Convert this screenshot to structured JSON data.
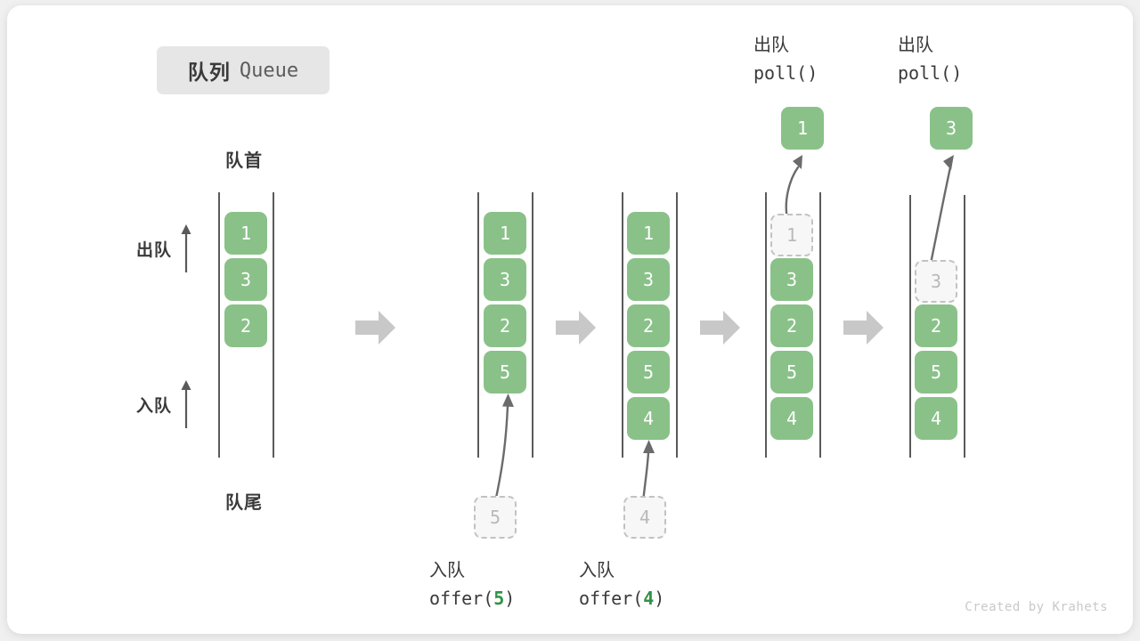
{
  "title": {
    "cn": "队列",
    "en": "Queue"
  },
  "labels": {
    "front": "队首",
    "rear": "队尾",
    "dequeue": "出队",
    "enqueue": "入队"
  },
  "colors": {
    "cell_fill": "#8ac189",
    "cell_text": "#ffffff",
    "ghost_fill": "#f7f7f7",
    "ghost_border": "#c2c2c2",
    "ghost_text": "#b9b9b9",
    "rail": "#5a5a5a",
    "arrow_grey": "#c8c8c8",
    "curve_arrow": "#6b6b6b",
    "text_dark": "#3a3a3a",
    "accent_green": "#2f9246",
    "badge_bg": "#e6e6e6",
    "watermark": "#c9c9c9"
  },
  "columns": [
    {
      "id": "initial",
      "header": "队首",
      "footer": "队尾",
      "cells": [
        {
          "value": "1",
          "state": "filled"
        },
        {
          "value": "3",
          "state": "filled"
        },
        {
          "value": "2",
          "state": "filled"
        }
      ],
      "side_labels": [
        {
          "text": "出队",
          "direction": "up"
        },
        {
          "text": "入队",
          "direction": "up"
        }
      ]
    },
    {
      "id": "after-offer-5",
      "cells": [
        {
          "value": "1",
          "state": "filled"
        },
        {
          "value": "3",
          "state": "filled"
        },
        {
          "value": "2",
          "state": "filled"
        },
        {
          "value": "5",
          "state": "filled"
        }
      ],
      "incoming": {
        "value": "5",
        "state": "ghost"
      },
      "operation": {
        "cn": "入队",
        "fn_prefix": "offer(",
        "arg": "5",
        "fn_suffix": ")"
      }
    },
    {
      "id": "after-offer-4",
      "cells": [
        {
          "value": "1",
          "state": "filled"
        },
        {
          "value": "3",
          "state": "filled"
        },
        {
          "value": "2",
          "state": "filled"
        },
        {
          "value": "5",
          "state": "filled"
        },
        {
          "value": "4",
          "state": "filled"
        }
      ],
      "incoming": {
        "value": "4",
        "state": "ghost"
      },
      "operation": {
        "cn": "入队",
        "fn_prefix": "offer(",
        "arg": "4",
        "fn_suffix": ")"
      }
    },
    {
      "id": "after-poll-1",
      "operation": {
        "cn": "出队",
        "fn_prefix": "poll(",
        "arg": "",
        "fn_suffix": ")"
      },
      "popped": {
        "value": "1",
        "state": "filled"
      },
      "cells": [
        {
          "value": "1",
          "state": "ghost"
        },
        {
          "value": "3",
          "state": "filled"
        },
        {
          "value": "2",
          "state": "filled"
        },
        {
          "value": "5",
          "state": "filled"
        },
        {
          "value": "4",
          "state": "filled"
        }
      ]
    },
    {
      "id": "after-poll-3",
      "operation": {
        "cn": "出队",
        "fn_prefix": "poll(",
        "arg": "",
        "fn_suffix": ")"
      },
      "popped": {
        "value": "3",
        "state": "filled"
      },
      "cells": [
        {
          "value": "",
          "state": "empty"
        },
        {
          "value": "3",
          "state": "ghost"
        },
        {
          "value": "2",
          "state": "filled"
        },
        {
          "value": "5",
          "state": "filled"
        },
        {
          "value": "4",
          "state": "filled"
        }
      ]
    }
  ],
  "transitions": [
    {
      "from": "initial",
      "to": "after-offer-5",
      "icon": "right-arrow-icon"
    },
    {
      "from": "after-offer-5",
      "to": "after-offer-4",
      "icon": "right-arrow-icon"
    },
    {
      "from": "after-offer-4",
      "to": "after-poll-1",
      "icon": "right-arrow-icon"
    },
    {
      "from": "after-poll-1",
      "to": "after-poll-3",
      "icon": "right-arrow-icon"
    }
  ],
  "watermark": "Created by Krahets"
}
